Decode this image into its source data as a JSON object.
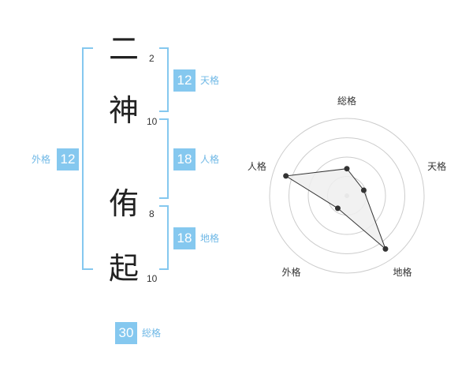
{
  "name": {
    "chars": [
      {
        "char": "二",
        "strokes": "2"
      },
      {
        "char": "神",
        "strokes": "10"
      },
      {
        "char": "侑",
        "strokes": "8"
      },
      {
        "char": "起",
        "strokes": "10"
      }
    ]
  },
  "kakusu": {
    "tenkaku": {
      "value": "12",
      "label": "天格"
    },
    "jinkaku": {
      "value": "18",
      "label": "人格"
    },
    "chikaku": {
      "value": "18",
      "label": "地格"
    },
    "gaikaku": {
      "value": "12",
      "label": "外格"
    },
    "soukaku": {
      "value": "30",
      "label": "総格"
    }
  },
  "chart_data": {
    "type": "radar",
    "axes": [
      "総格",
      "天格",
      "地格",
      "外格",
      "人格"
    ],
    "values": [
      0.35,
      0.23,
      0.85,
      0.2,
      0.83
    ],
    "rmax": 1,
    "rings": 4,
    "colors": {
      "fill": "#eeeeee",
      "line": "#333333",
      "grid": "#cccccc",
      "point": "#333333",
      "center": "#bbbbbb"
    }
  },
  "colors": {
    "accent": "#85c8ef",
    "label": "#6fb8e6"
  }
}
